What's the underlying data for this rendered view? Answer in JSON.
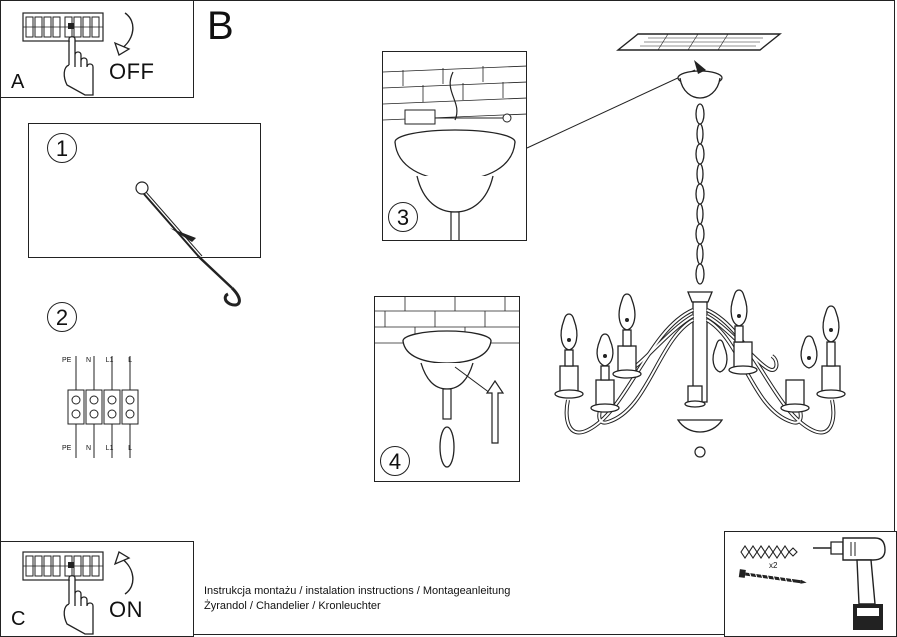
{
  "steps": {
    "A": {
      "letter": "A",
      "state": "OFF"
    },
    "B": {
      "letter": "B"
    },
    "C": {
      "letter": "C",
      "state": "ON"
    },
    "s1": "1",
    "s2": "2",
    "s3": "3",
    "s4": "4"
  },
  "wiring": {
    "top_labels": [
      "PE",
      "N",
      "L1",
      "L"
    ],
    "bottom_labels": [
      "PE",
      "N",
      "L1",
      "L"
    ]
  },
  "tools": {
    "multiplier": "x2"
  },
  "caption": {
    "line1": "Instrukcja montażu / instalation instructions / Montageanleitung",
    "line2": "Żyrandol / Chandelier / Kronleuchter"
  },
  "icons": [
    "breaker-panel-icon",
    "hand-icon",
    "arrow-down-icon",
    "arrow-up-icon",
    "hook-icon",
    "terminal-block-icon",
    "ceiling-canopy-icon",
    "chandelier-icon",
    "wall-plug-icon",
    "screw-icon",
    "drill-icon"
  ]
}
